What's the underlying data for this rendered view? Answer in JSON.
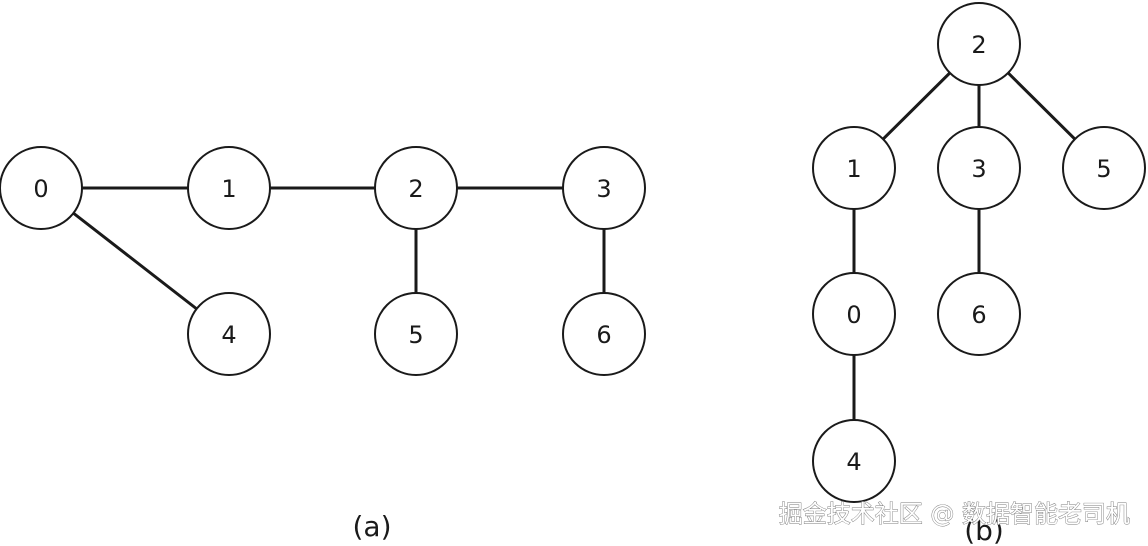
{
  "graph_a": {
    "caption": "(a)",
    "nodes": [
      {
        "id": "0",
        "label": "0"
      },
      {
        "id": "1",
        "label": "1"
      },
      {
        "id": "2",
        "label": "2"
      },
      {
        "id": "3",
        "label": "3"
      },
      {
        "id": "4",
        "label": "4"
      },
      {
        "id": "5",
        "label": "5"
      },
      {
        "id": "6",
        "label": "6"
      }
    ],
    "edges": [
      [
        "0",
        "1"
      ],
      [
        "1",
        "2"
      ],
      [
        "2",
        "3"
      ],
      [
        "0",
        "4"
      ],
      [
        "2",
        "5"
      ],
      [
        "3",
        "6"
      ]
    ]
  },
  "graph_b": {
    "caption": "(b)",
    "nodes": [
      {
        "id": "2",
        "label": "2"
      },
      {
        "id": "1",
        "label": "1"
      },
      {
        "id": "3",
        "label": "3"
      },
      {
        "id": "5",
        "label": "5"
      },
      {
        "id": "0",
        "label": "0"
      },
      {
        "id": "6",
        "label": "6"
      },
      {
        "id": "4",
        "label": "4"
      }
    ],
    "edges": [
      [
        "2",
        "1"
      ],
      [
        "2",
        "3"
      ],
      [
        "2",
        "5"
      ],
      [
        "1",
        "0"
      ],
      [
        "3",
        "6"
      ],
      [
        "0",
        "4"
      ]
    ]
  },
  "watermark": "掘金技术社区 @ 数据智能老司机",
  "colors": {
    "stroke": "#1a1a1a",
    "fill": "#ffffff"
  }
}
